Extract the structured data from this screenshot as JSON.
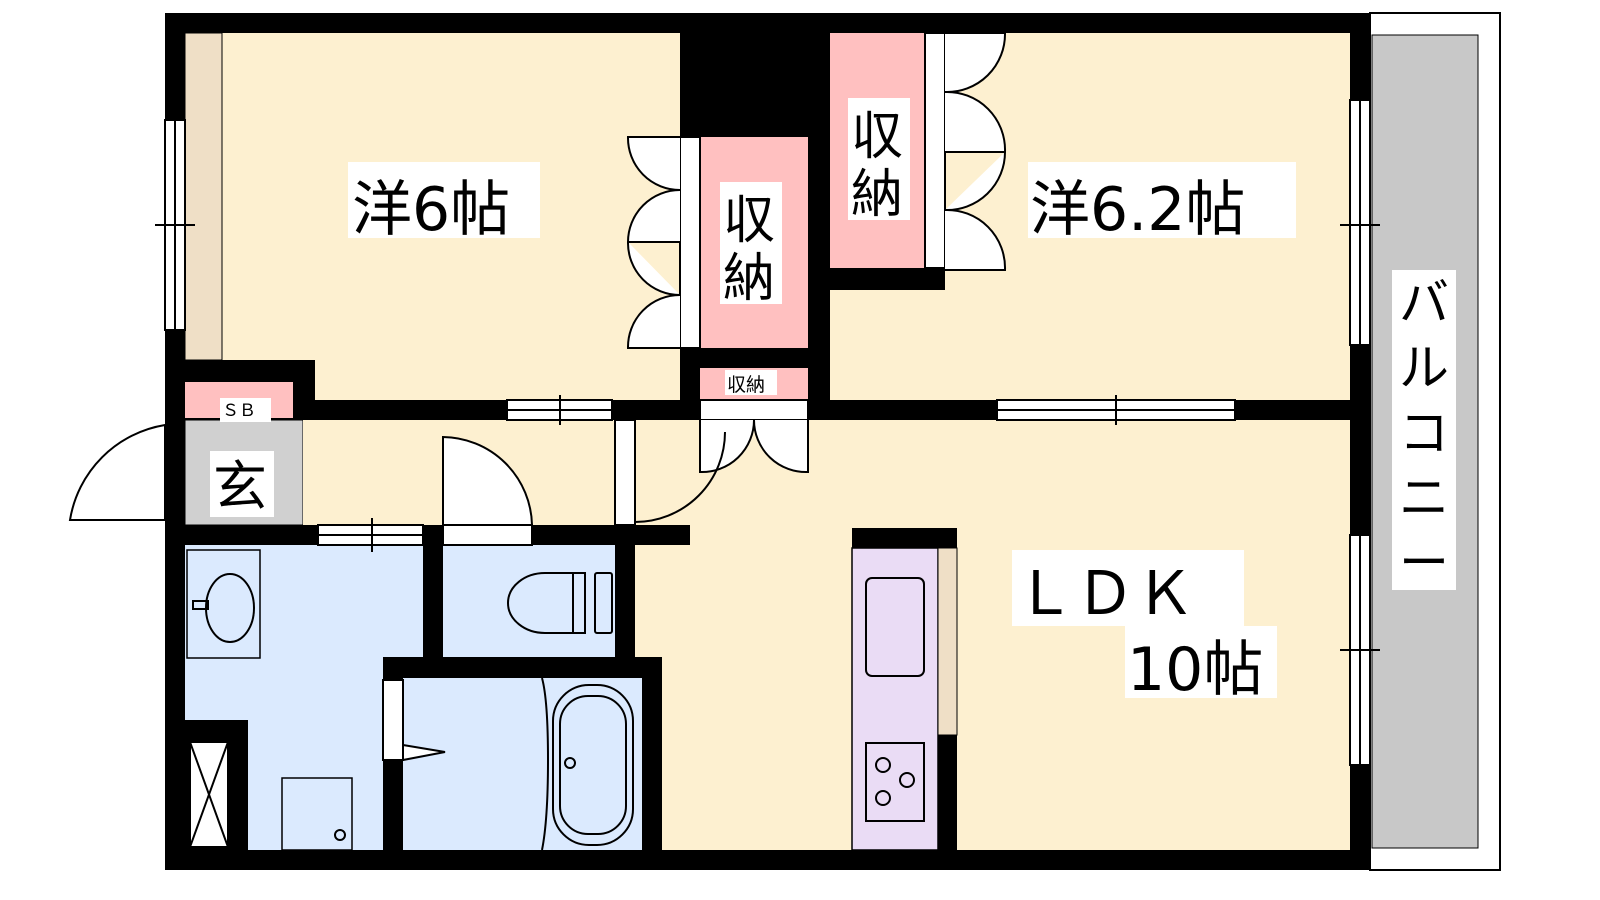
{
  "rooms": {
    "western1": "洋6帖",
    "western2": "洋6.2帖",
    "closet1": [
      "収",
      "納"
    ],
    "closet2": [
      "収",
      "納"
    ],
    "closet_small": "収納",
    "shoe_box": "ＳＢ",
    "entrance": "玄",
    "ldk": "ＬＤＫ",
    "ldk_size": "10帖",
    "balcony": [
      "バ",
      "ル",
      "コ",
      "ニ",
      "ー"
    ]
  },
  "colors": {
    "room": "#fdf0d0",
    "storage": "#ffc0c0",
    "wet": "#dbeafe",
    "kitchen": "#eadcf5",
    "entrance": "#d0d0d0",
    "balcony": "#c8c8c8",
    "wall": "#000000"
  }
}
